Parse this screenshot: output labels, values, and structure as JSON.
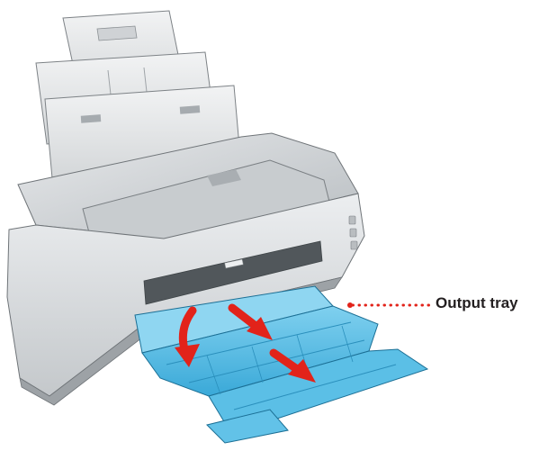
{
  "callout": {
    "label": "Output tray",
    "leader_color": "#e2231a"
  },
  "colors": {
    "printer_body": "#d9dcde",
    "printer_shadow": "#9a9fa3",
    "tray": "#4fb8e3",
    "tray_dark": "#1d8fc0",
    "arrow": "#e2231a"
  },
  "arrows": [
    {
      "name": "fold-down-arrow",
      "direction": "down"
    },
    {
      "name": "pull-out-arrow-upper",
      "direction": "down-right"
    },
    {
      "name": "pull-out-arrow-lower",
      "direction": "down-right"
    }
  ]
}
